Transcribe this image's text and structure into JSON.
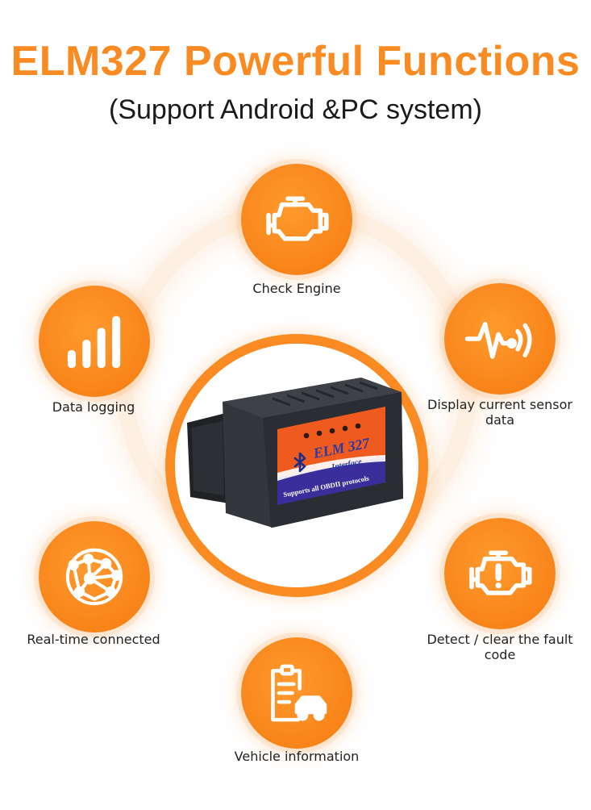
{
  "header": {
    "title": "ELM327 Powerful Functions",
    "subtitle": "(Support Android &PC system)"
  },
  "colors": {
    "accent": "#f98b22",
    "device_body": "#2c2f33",
    "label_orange": "#ef5a1f",
    "label_blue": "#3a2f9a"
  },
  "features": [
    {
      "icon": "engine-icon",
      "label": "Check Engine"
    },
    {
      "icon": "signal-bars-icon",
      "label": "Data logging"
    },
    {
      "icon": "sensor-pulse-icon",
      "label": "Display current sensor data"
    },
    {
      "icon": "globe-network-icon",
      "label": "Real-time connected"
    },
    {
      "icon": "engine-warning-icon",
      "label": "Detect / clear the fault code"
    },
    {
      "icon": "vehicle-info-icon",
      "label": "Vehicle information"
    }
  ],
  "device": {
    "brand": "ELM 327",
    "subtitle": "Interface",
    "tagline": "Supports all OBDII protocols",
    "bluetooth_icon": "bluetooth-icon"
  }
}
